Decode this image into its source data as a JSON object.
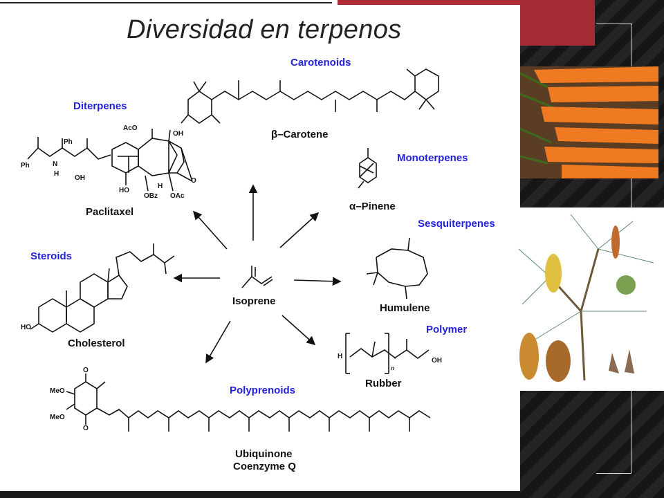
{
  "slide": {
    "title": "Diversidad en terpenos",
    "center_label": "Isoprene"
  },
  "classes": {
    "carotenoids": "Carotenoids",
    "diterpenes": "Diterpenes",
    "monoterpenes": "Monoterpenes",
    "sesquiterpenes": "Sesquiterpenes",
    "steroids": "Steroids",
    "polymer": "Polymer",
    "polyprenoids": "Polyprenoids"
  },
  "compounds": {
    "beta_carotene": "β–Carotene",
    "paclitaxel": "Paclitaxel",
    "alpha_pinene": "α–Pinene",
    "humulene": "Humulene",
    "cholesterol": "Cholesterol",
    "rubber": "Rubber",
    "ubiquinone_line1": "Ubiquinone",
    "ubiquinone_line2": "Coenzyme Q"
  },
  "atoms": {
    "acO_top": "AcO",
    "ph_top": "Ph",
    "ph_left": "Ph",
    "n": "N",
    "h_n": "H",
    "oh_side": "OH",
    "oh_right": "OH",
    "ho_bottom": "HO",
    "obz": "OBz",
    "oac": "OAc",
    "h_ring": "H",
    "o_ring": "O",
    "ho_chol": "HO",
    "h_rubber": "H",
    "n_rubber": "n",
    "oh_rubber": "OH",
    "meo1": "MeO",
    "meo2": "MeO",
    "o_quin_top": "O",
    "o_quin_bottom": "O"
  },
  "photos": {
    "top": "carrots",
    "bottom": "pine-branch-with-cones"
  },
  "colors": {
    "class_label": "#2222dd",
    "accent_red": "#b02a36",
    "background_dark": "#1a1a1a"
  }
}
